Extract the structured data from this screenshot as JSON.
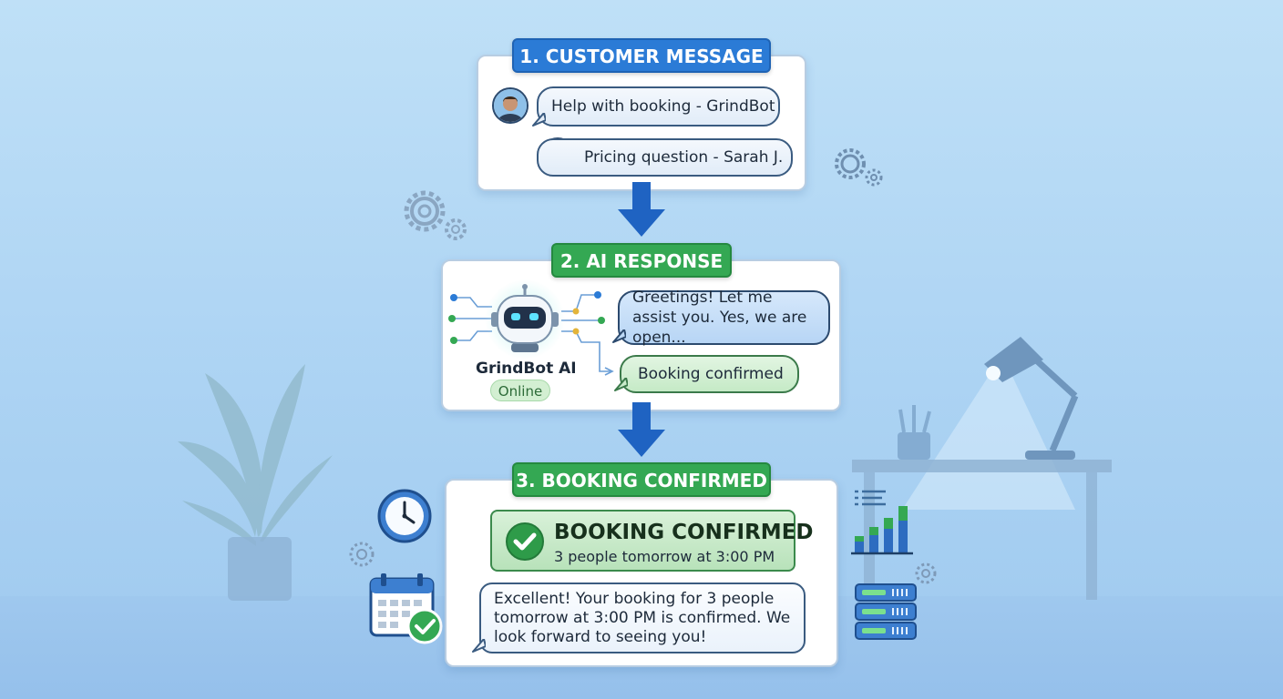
{
  "steps": [
    {
      "title": "1. CUSTOMER MESSAGE",
      "messages": [
        {
          "text": "Help with booking - GrindBot"
        },
        {
          "text": "Pricing question - Sarah J."
        }
      ]
    },
    {
      "title": "2. AI RESPONSE",
      "bot_name": "GrindBot AI",
      "status": "Online",
      "messages": [
        {
          "text": "Greetings! Let me assist you. Yes, we are open..."
        },
        {
          "text": "Booking confirmed"
        }
      ]
    },
    {
      "title": "3. BOOKING CONFIRMED",
      "confirmation": {
        "heading": "BOOKING CONFIRMED",
        "detail": "3 people tomorrow at 3:00 PM"
      },
      "message": "Excellent! Your booking for 3 people tomorrow at 3:00 PM is confirmed. We look forward to seeing you!"
    }
  ],
  "colors": {
    "step_blue": "#2b7bd6",
    "step_green": "#34a853",
    "arrow": "#1f63c2"
  },
  "icons": [
    "gear-icon",
    "robot-icon",
    "clock-icon",
    "calendar-check-icon",
    "bar-chart-icon",
    "server-icon",
    "check-icon",
    "plant-icon",
    "desk-lamp-icon"
  ]
}
